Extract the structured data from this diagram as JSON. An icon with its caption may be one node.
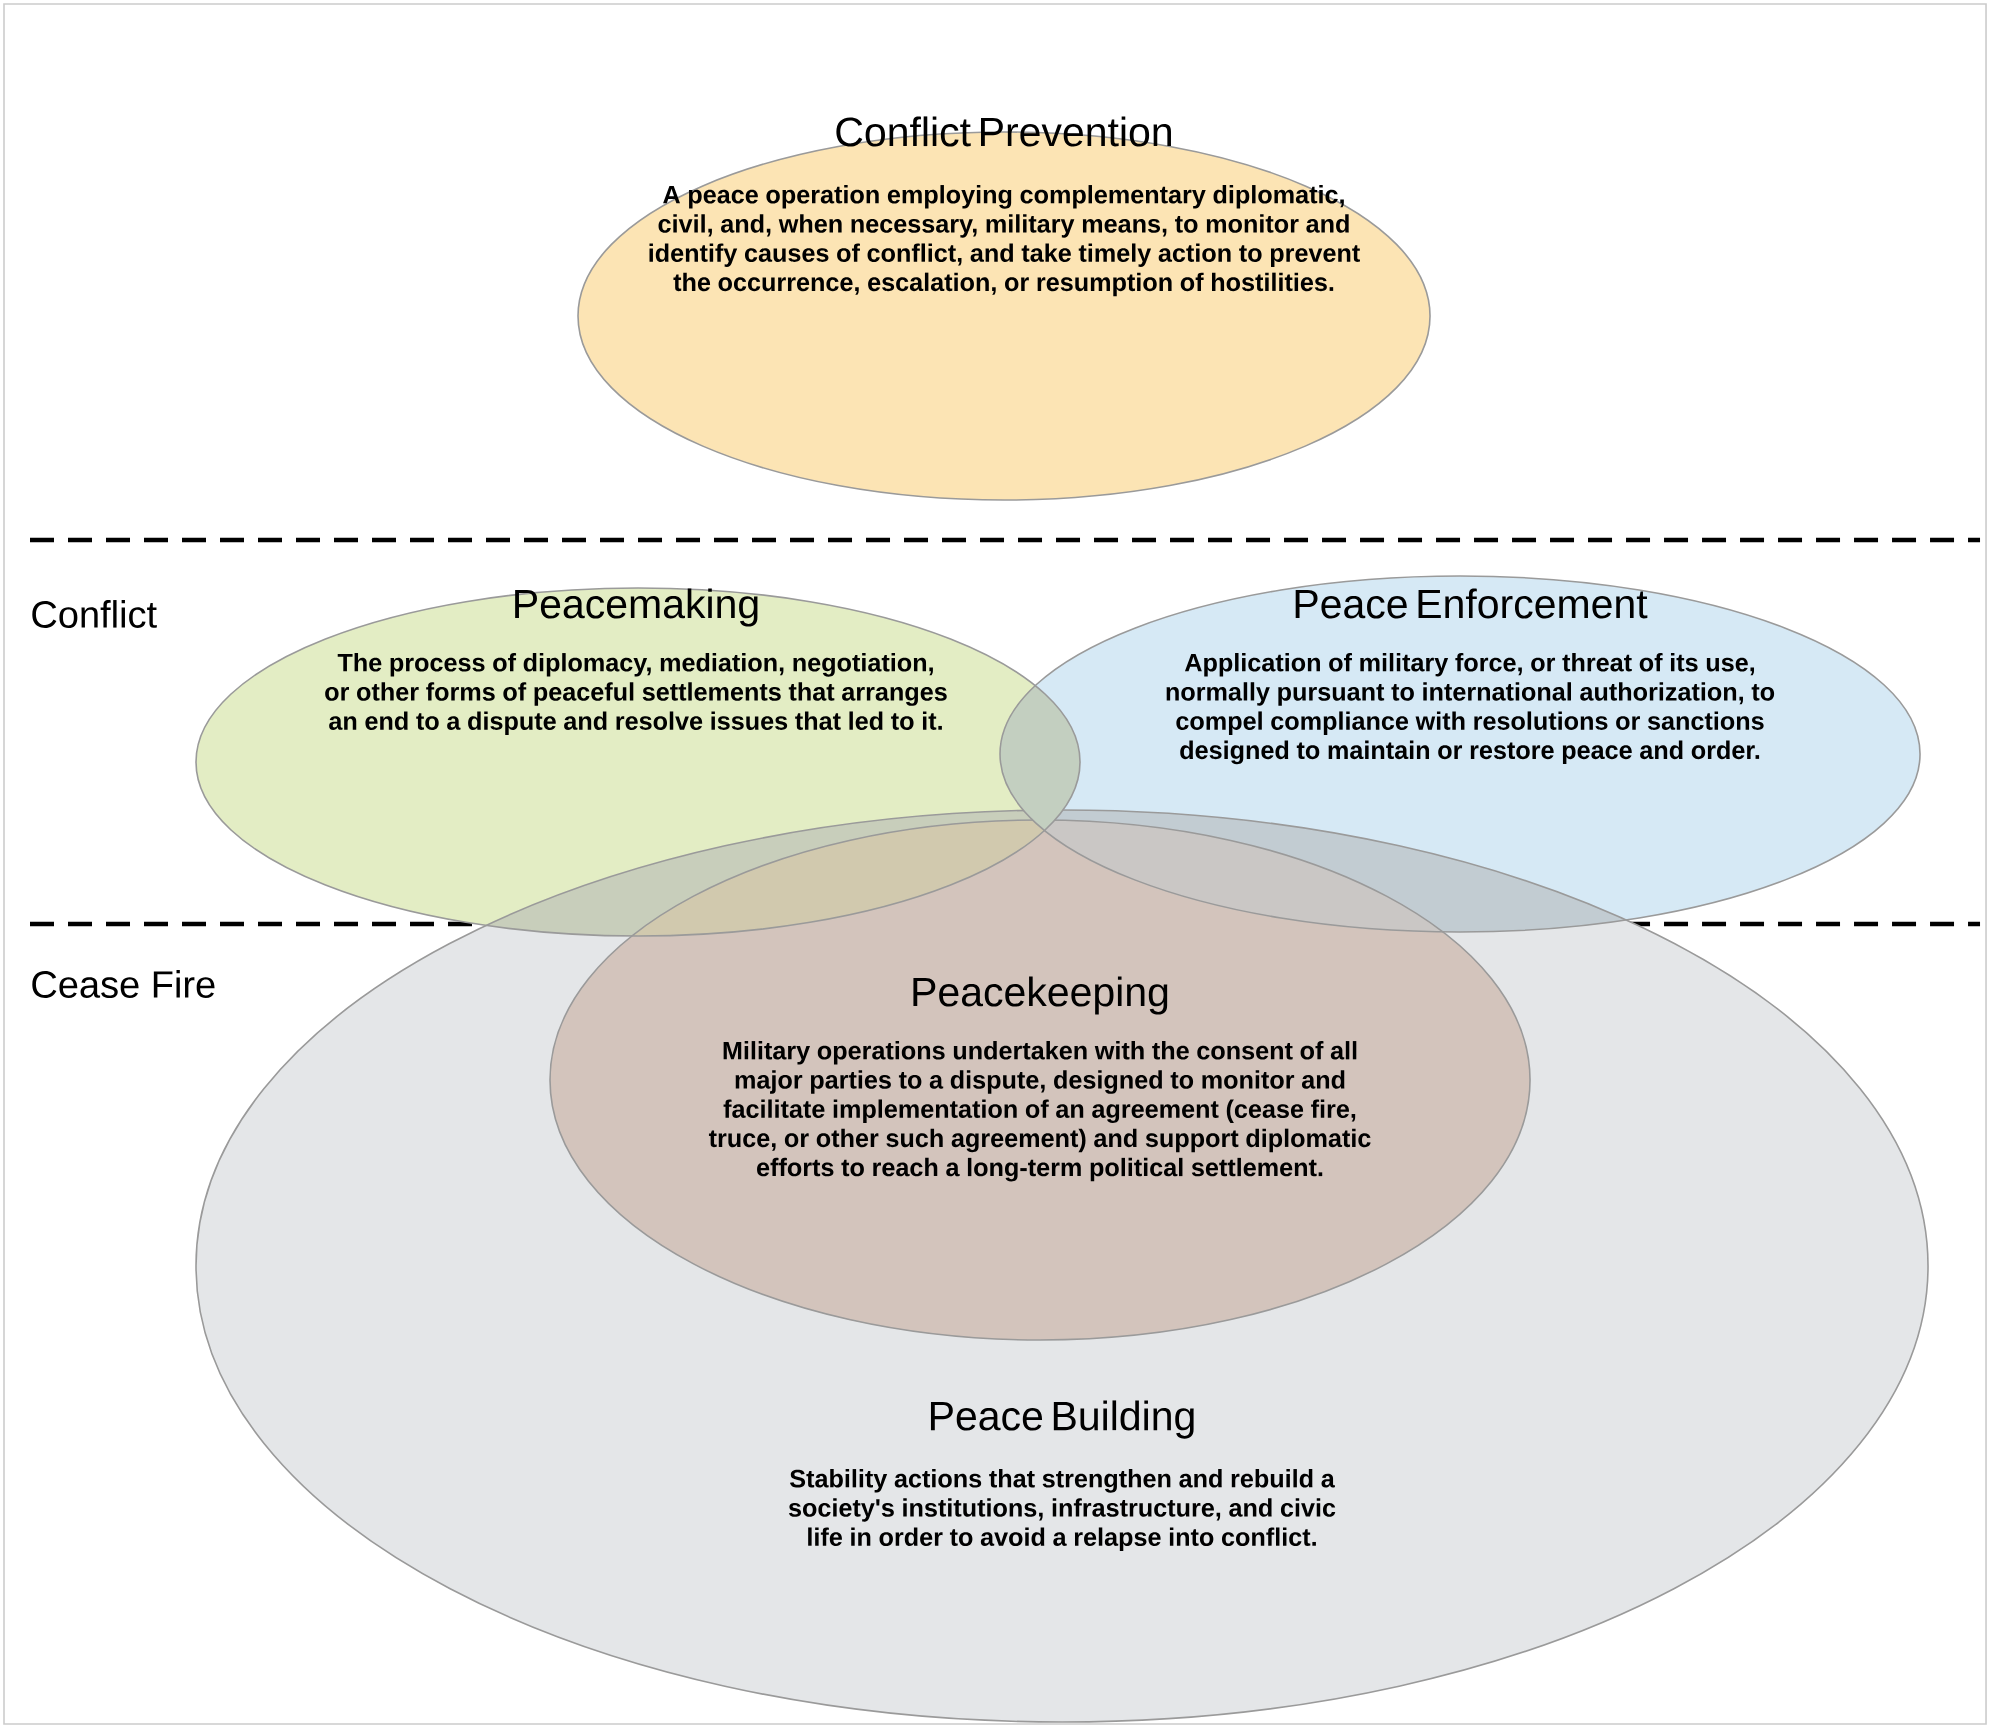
{
  "diagram": {
    "nodes": [
      {
        "text": [
          "Conflict Prevention",
          "A peace operation employing complementary diplomatic, civil, and, when necessary, military means, to monitor and identify causes of conflict, and take timely action to prevent the occurrence, escalation, or resumption of hostilities."
        ]
      },
      {
        "text": [
          "Peacemaking",
          "The process of diplomacy, mediation, negotiation, or other forms of peaceful settlements that arranges an end to a dispute and resolve issues that led to it."
        ]
      },
      {
        "text": [
          "Peace Enforcement",
          "Application of military force, or threat of its use, normally pursuant to international authorization, to compel compliance with resolutions or sanctions designed to maintain or restore peace and order."
        ]
      },
      {
        "text": [
          "Peacekeeping",
          "Military operations undertaken with the consent of all major parties to a dispute, designed to monitor and facilitate implementation of an agreement (cease fire, truce, or other such agreement) and support diplomatic efforts to reach a long-term political settlement."
        ]
      },
      {
        "text": [
          "Peace Building",
          "Stability actions that strengthen and rebuild a society's institutions, infrastructure, and civic life in order to avoid a relapse into conflict."
        ]
      }
    ],
    "labels": [
      "Conflict",
      "Cease Fire"
    ]
  }
}
